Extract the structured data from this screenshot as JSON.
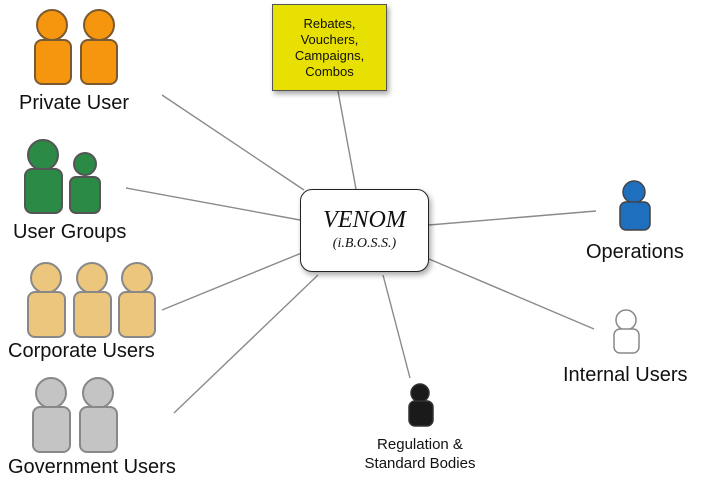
{
  "center": {
    "title": "VENOM",
    "subtitle": "(i.B.O.S.S.)"
  },
  "note": {
    "lines": [
      "Rebates,",
      "Vouchers,",
      "Campaigns,",
      "Combos"
    ],
    "color": "#e8e000"
  },
  "stakeholders": {
    "private_user": {
      "label": "Private User",
      "color": "#f6960f",
      "people": 2
    },
    "user_groups": {
      "label": "User Groups",
      "color": "#2a8a46",
      "people": 2
    },
    "corporate_users": {
      "label": "Corporate Users",
      "color": "#ebc67c",
      "people": 3
    },
    "government_users": {
      "label": "Government Users",
      "color": "#c4c4c4",
      "people": 2
    },
    "operations": {
      "label": "Operations",
      "color": "#1f6fbf",
      "people": 1
    },
    "internal_users": {
      "label": "Internal Users",
      "color": "#ffffff",
      "people": 1
    },
    "regulation": {
      "label_line1": "Regulation &",
      "label_line2": "Standard Bodies",
      "color": "#1a1a1a",
      "people": 1
    }
  }
}
